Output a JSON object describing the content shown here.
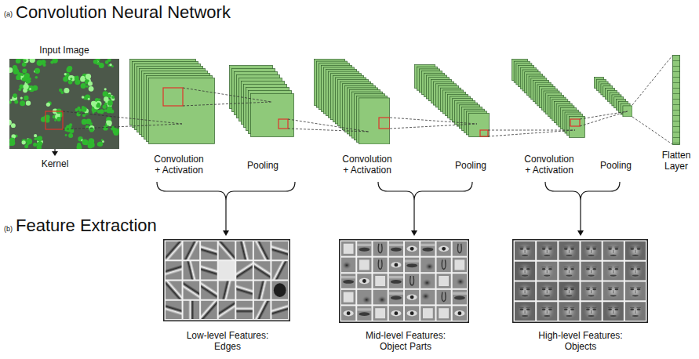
{
  "diagram": {
    "title": "Convolution Neural Network",
    "nodes": [
      {
        "text": [
          "Input Image"
        ]
      },
      {
        "text": [
          "Convolution + Activation"
        ]
      },
      {
        "text": [
          "Pooling"
        ]
      },
      {
        "text": [
          "Convolution + Activation"
        ]
      },
      {
        "text": [
          "Pooling"
        ]
      },
      {
        "text": [
          "Convolution + Activation"
        ]
      },
      {
        "text": [
          "Pooling"
        ]
      },
      {
        "text": [
          "Flatten Layer"
        ]
      },
      {
        "text": [
          "Low-level Features: Edges"
        ]
      },
      {
        "text": [
          "Mid-level Features: Object Parts"
        ]
      },
      {
        "text": [
          "High-level Features: Objects"
        ]
      }
    ],
    "edges": [
      {
        "from": 0,
        "to": 1,
        "arrow": "none"
      },
      {
        "from": 1,
        "to": 2,
        "arrow": "none"
      },
      {
        "from": 2,
        "to": 3,
        "arrow": "none"
      },
      {
        "from": 3,
        "to": 4,
        "arrow": "none"
      },
      {
        "from": 4,
        "to": 5,
        "arrow": "none"
      },
      {
        "from": 5,
        "to": 6,
        "arrow": "none"
      },
      {
        "from": 6,
        "to": 7,
        "arrow": "none"
      }
    ],
    "labels": [
      "(a)",
      "(b)",
      "Feature Extraction",
      "Kernel"
    ]
  }
}
